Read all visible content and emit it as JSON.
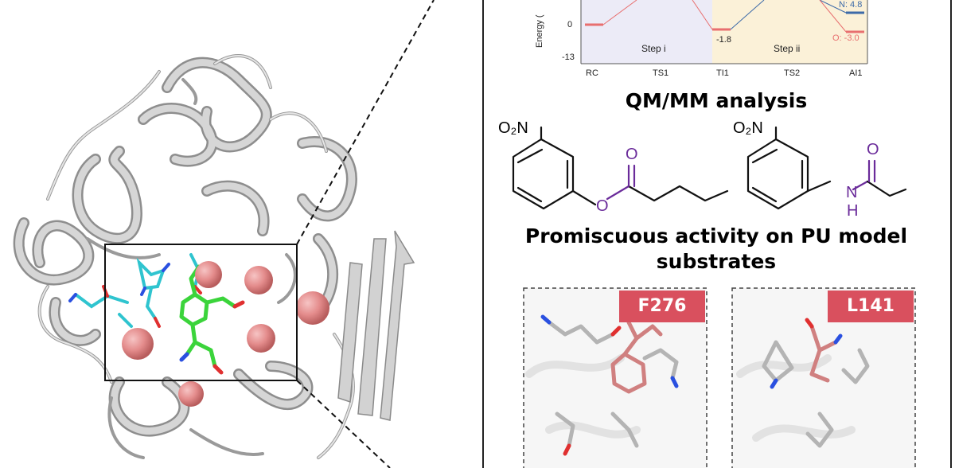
{
  "energy_chart": {
    "y_axis_label": "Energy (",
    "y_ticks": [
      "0",
      "-13"
    ],
    "x_ticks": [
      "RC",
      "TS1",
      "TI1",
      "TS2",
      "AI1"
    ],
    "step_labels": [
      "Step i",
      "Step ii"
    ],
    "value_labels": [
      "-1.8",
      "N: 4.8",
      "O: -3.0"
    ],
    "colors": {
      "step_i_bg": "#ecebf7",
      "step_ii_bg": "#fbf1d8",
      "red": "#e86f6f",
      "blue": "#3c6aa8"
    }
  },
  "headings": {
    "qmmm": "QM/MM analysis",
    "promiscuous_line1": "Promiscuous activity on PU model",
    "promiscuous_line2": "substrates"
  },
  "substrates": {
    "left": {
      "nitro": "O₂N",
      "oxygen_ester": "O",
      "oxygen_carbonyl": "O"
    },
    "right": {
      "nitro": "O₂N",
      "oxygen_carbonyl": "O",
      "nitrogen": "N",
      "hydrogen": "H"
    }
  },
  "panels": [
    {
      "residue": "F276"
    },
    {
      "residue": "L141"
    }
  ],
  "colors": {
    "protein": "#c9c9c9",
    "sphere": "#e48c8c",
    "ligand": "#3bd43b",
    "residue_cyan": "#2fc4cf",
    "label_red": "#d9505e",
    "purple": "#6a2b9a"
  }
}
